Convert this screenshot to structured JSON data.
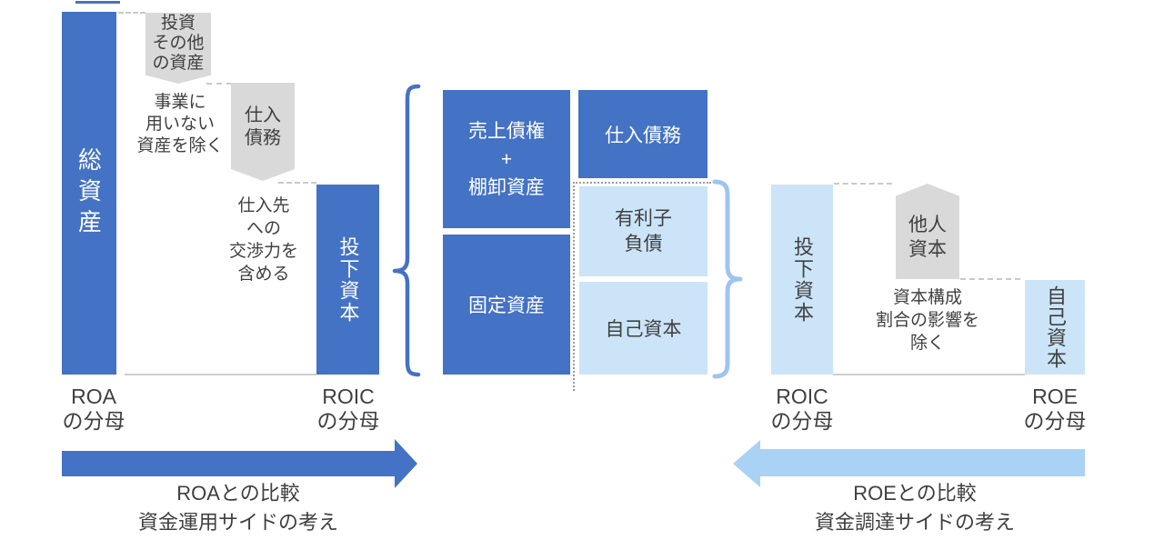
{
  "colors": {
    "dark_blue": "#4472C4",
    "light_blue_fill": "#CBE4F8",
    "light_blue_brace": "#9FC5EE",
    "light_blue_arrow": "#A9D2F4",
    "callout_gray": "#D9D9D9",
    "text_dark": "#404040"
  },
  "left": {
    "bar_total_assets": "総資産",
    "label_roa": "ROA\nの分母",
    "callout_investments_other_assets": "投資\nその他\nの資産",
    "note_exclude_nonbusiness_assets": "事業に\n用いない\n資産を除く",
    "callout_trade_payables": "仕入\n債務",
    "note_include_supplier_bargaining": "仕入先\nへの\n交渉力を\n含める",
    "bar_invested_capital": "投下資本",
    "label_roic": "ROIC\nの分母"
  },
  "center": {
    "box_trade_receivables_inventory": "売上債権\n+\n棚卸資産",
    "box_fixed_assets": "固定資産",
    "box_trade_payables": "仕入債務",
    "box_interest_bearing_debt": "有利子\n負債",
    "box_equity": "自己資本"
  },
  "right": {
    "bar_invested_capital": "投下資本",
    "label_roic": "ROIC\nの分母",
    "callout_other_capital": "他人\n資本",
    "note_exclude_capital_structure": "資本構成\n割合の影響を\n除く",
    "bar_equity": "自己資本",
    "label_roe": "ROE\nの分母"
  },
  "bottom": {
    "caption_roa_comparison": "ROAとの比較\n資金運用サイドの考え",
    "caption_roe_comparison": "ROEとの比較\n資金調達サイドの考え"
  }
}
